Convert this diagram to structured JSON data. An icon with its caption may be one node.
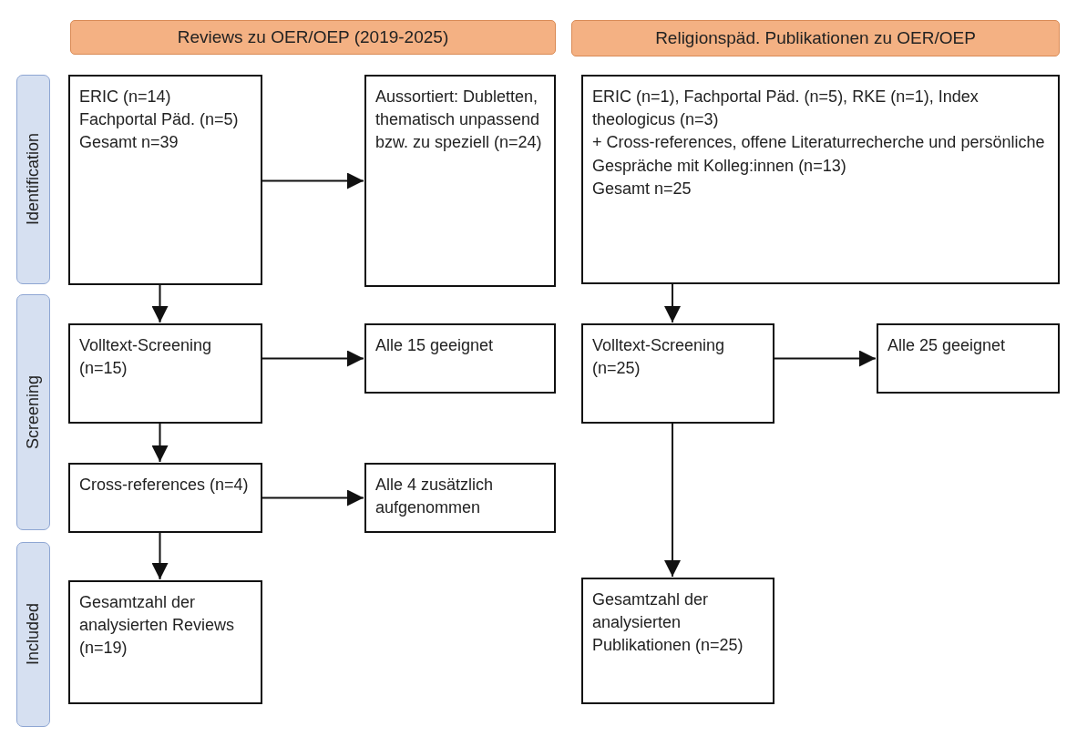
{
  "diagram": {
    "nodes": [
      {
        "text": [
          "Reviews zu OER/OEP (2019-2025)"
        ]
      },
      {
        "text": [
          "Religionspäd. Publikationen zu OER/OEP"
        ]
      },
      {
        "text": [
          "Identification"
        ]
      },
      {
        "text": [
          "Screening"
        ]
      },
      {
        "text": [
          "Included"
        ]
      },
      {
        "text": [
          "ERIC (n=14)",
          "Fachportal Päd. (n=5)",
          "Gesamt n=39"
        ]
      },
      {
        "text": [
          "Aussortiert: Dubletten, thematisch unpassend bzw. zu speziell (n=24)"
        ]
      },
      {
        "text": [
          "ERIC (n=1), Fachportal Päd. (n=5), RKE (n=1), Index theologicus (n=3)",
          "+ Cross-references, offene Literaturrecherche und persönliche Gespräche mit Kolleg:innen (n=13)",
          "Gesamt n=25"
        ]
      },
      {
        "text": [
          "Volltext-Screening (n=15)"
        ]
      },
      {
        "text": [
          "Alle 15 geeignet"
        ]
      },
      {
        "text": [
          "Volltext-Screening (n=25)"
        ]
      },
      {
        "text": [
          "Alle 25 geeignet"
        ]
      },
      {
        "text": [
          "Cross-references (n=4)"
        ]
      },
      {
        "text": [
          "Alle 4 zusätzlich aufgenommen"
        ]
      },
      {
        "text": [
          "Gesamtzahl der analysierten Reviews (n=19)"
        ]
      },
      {
        "text": [
          "Gesamtzahl der analysierten Publikationen (n=25)"
        ]
      }
    ],
    "edges": [
      {
        "from": 5,
        "to": 6,
        "arrow": "to"
      },
      {
        "from": 5,
        "to": 8,
        "arrow": "to"
      },
      {
        "from": 8,
        "to": 9,
        "arrow": "to"
      },
      {
        "from": 8,
        "to": 12,
        "arrow": "to"
      },
      {
        "from": 12,
        "to": 13,
        "arrow": "to"
      },
      {
        "from": 12,
        "to": 14,
        "arrow": "to"
      },
      {
        "from": 7,
        "to": 10,
        "arrow": "to"
      },
      {
        "from": 10,
        "to": 11,
        "arrow": "to"
      },
      {
        "from": 10,
        "to": 15,
        "arrow": "to"
      }
    ]
  }
}
